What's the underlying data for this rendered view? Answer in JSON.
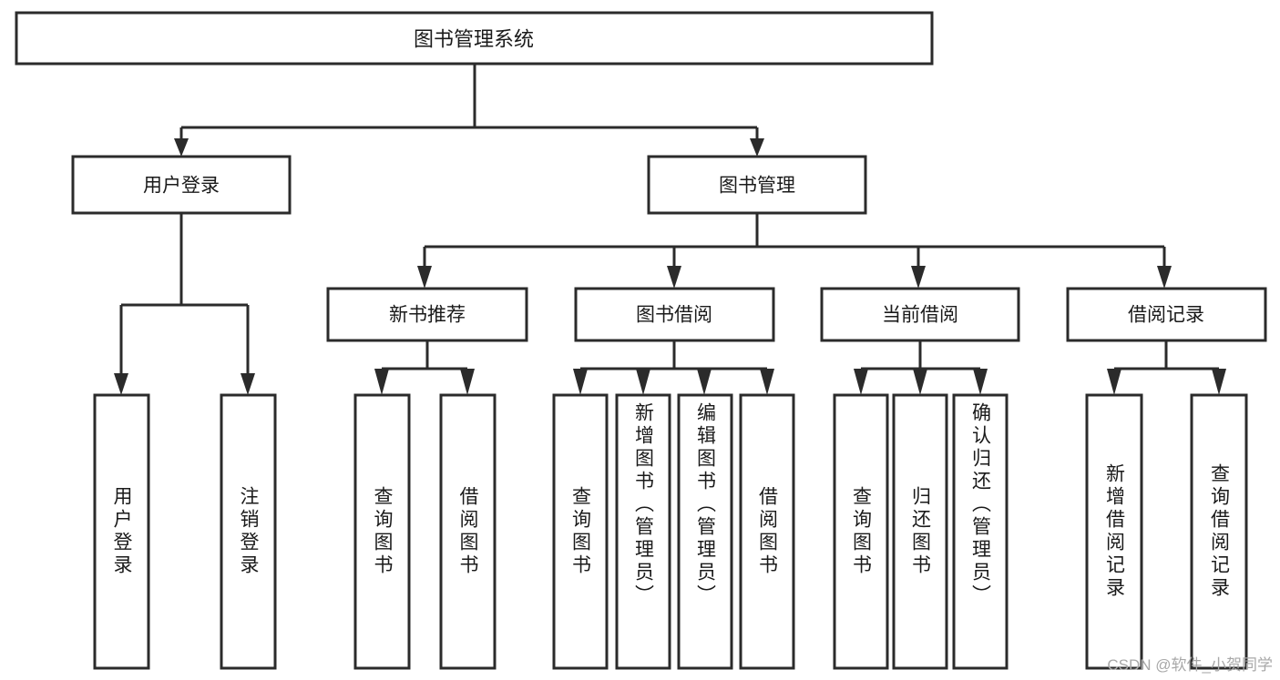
{
  "diagram": {
    "type": "tree-hierarchy",
    "title": "图书管理系统",
    "root": {
      "id": "root",
      "label": "图书管理系统",
      "orientation": "horizontal"
    },
    "level1": [
      {
        "id": "user-login",
        "label": "用户登录",
        "orientation": "horizontal"
      },
      {
        "id": "book-manage",
        "label": "图书管理",
        "orientation": "horizontal"
      }
    ],
    "level2": [
      {
        "id": "new-book-recommend",
        "label": "新书推荐",
        "orientation": "horizontal",
        "parent": "book-manage"
      },
      {
        "id": "book-borrow",
        "label": "图书借阅",
        "orientation": "horizontal",
        "parent": "book-manage"
      },
      {
        "id": "current-borrow",
        "label": "当前借阅",
        "orientation": "horizontal",
        "parent": "book-manage"
      },
      {
        "id": "borrow-record",
        "label": "借阅记录",
        "orientation": "horizontal",
        "parent": "book-manage"
      }
    ],
    "leaves": [
      {
        "id": "leaf-user-login",
        "label": "用户登录",
        "orientation": "vertical",
        "parent": "user-login"
      },
      {
        "id": "leaf-logout-login",
        "label": "注销登录",
        "orientation": "vertical",
        "parent": "user-login"
      },
      {
        "id": "leaf-query-book-1",
        "label": "查询图书",
        "orientation": "vertical",
        "parent": "new-book-recommend"
      },
      {
        "id": "leaf-borrow-book-1",
        "label": "借阅图书",
        "orientation": "vertical",
        "parent": "new-book-recommend"
      },
      {
        "id": "leaf-query-book-2",
        "label": "查询图书",
        "orientation": "vertical",
        "parent": "book-borrow"
      },
      {
        "id": "leaf-add-book",
        "label": "新增图书（管理员）",
        "orientation": "vertical",
        "parent": "book-borrow"
      },
      {
        "id": "leaf-edit-book",
        "label": "编辑图书（管理员）",
        "orientation": "vertical",
        "parent": "book-borrow"
      },
      {
        "id": "leaf-borrow-book-2",
        "label": "借阅图书",
        "orientation": "vertical",
        "parent": "book-borrow"
      },
      {
        "id": "leaf-query-book-3",
        "label": "查询图书",
        "orientation": "vertical",
        "parent": "current-borrow"
      },
      {
        "id": "leaf-return-book",
        "label": "归还图书",
        "orientation": "vertical",
        "parent": "current-borrow"
      },
      {
        "id": "leaf-confirm-return",
        "label": "确认归还（管理员）",
        "orientation": "vertical",
        "parent": "current-borrow"
      },
      {
        "id": "leaf-add-record",
        "label": "新增借阅记录",
        "orientation": "vertical",
        "parent": "borrow-record"
      },
      {
        "id": "leaf-query-record",
        "label": "查询借阅记录",
        "orientation": "vertical",
        "parent": "borrow-record"
      }
    ],
    "colors": {
      "background": "#ffffff",
      "stroke": "#2b2b2b",
      "box_fill": "#ffffff",
      "text": "#1a1a1a",
      "watermark": "#a8a8a8"
    }
  },
  "watermark": {
    "text": "CSDN @软件_小贺同学"
  }
}
